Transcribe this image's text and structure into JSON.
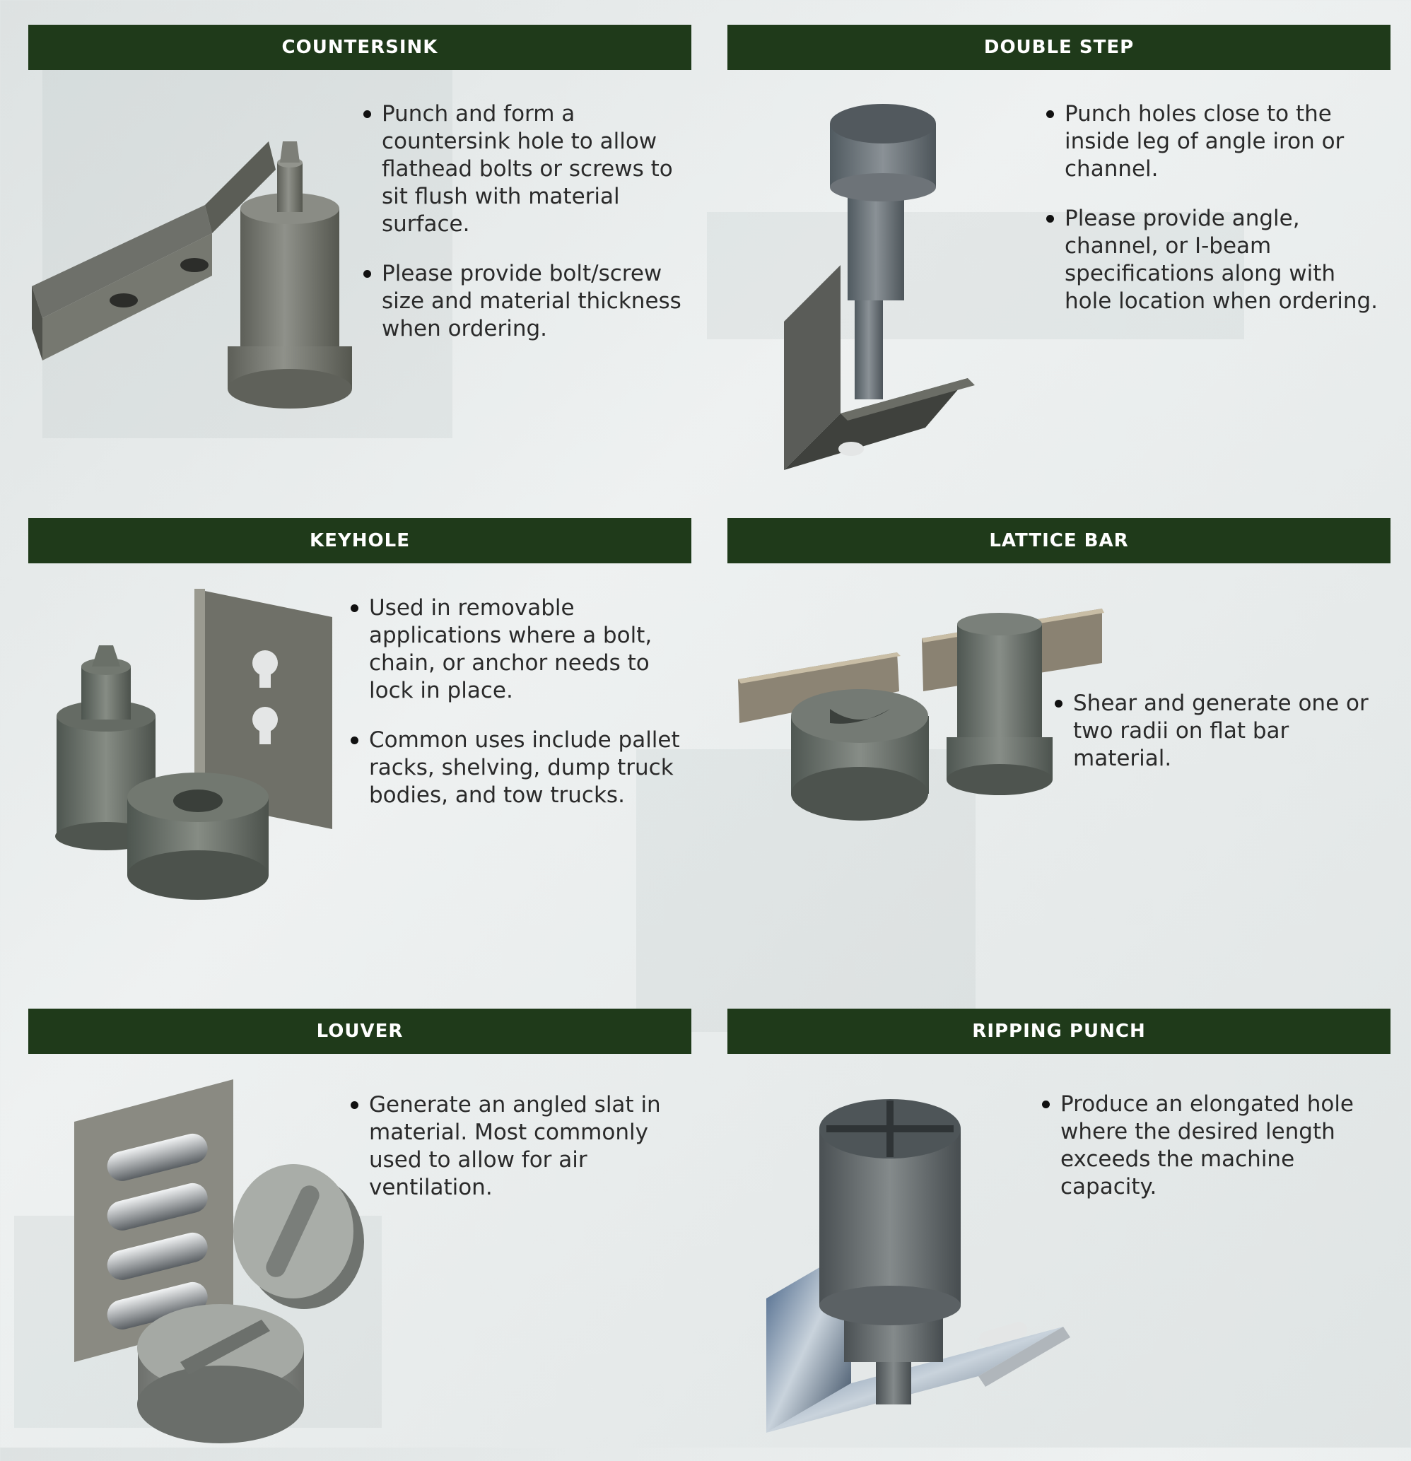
{
  "sections": [
    {
      "title": "COUNTERSINK",
      "bullets": [
        "Punch and form a countersink hole to allow flathead bolts or screws to sit flush with material surface.",
        "Please provide bolt/screw size and material thickness when ordering."
      ],
      "illustration": "countersink-punch-icon"
    },
    {
      "title": "DOUBLE STEP",
      "bullets": [
        "Punch holes close to the inside leg of angle iron or channel.",
        "Please provide angle, channel, or I-beam specifications along with hole location when ordering."
      ],
      "illustration": "double-step-punch-icon"
    },
    {
      "title": "KEYHOLE",
      "bullets": [
        "Used in removable applications where a bolt, chain, or anchor needs to lock in place.",
        "Common uses include pallet racks, shelving, dump truck bodies, and tow trucks."
      ],
      "illustration": "keyhole-punch-icon"
    },
    {
      "title": "LATTICE BAR",
      "bullets": [
        "Shear and generate one or two radii on flat bar material."
      ],
      "illustration": "lattice-bar-punch-icon"
    },
    {
      "title": "LOUVER",
      "bullets": [
        "Generate an angled slat in material. Most commonly used to allow for air ventilation."
      ],
      "illustration": "louver-punch-icon"
    },
    {
      "title": "RIPPING PUNCH",
      "bullets": [
        "Produce an elongated hole where the desired length exceeds the machine capacity."
      ],
      "illustration": "ripping-punch-icon"
    }
  ],
  "colors": {
    "header_bg": "#1f3a1a",
    "header_text": "#ffffff",
    "body_text": "#2a2a2a",
    "steel": "#7b7d76"
  }
}
